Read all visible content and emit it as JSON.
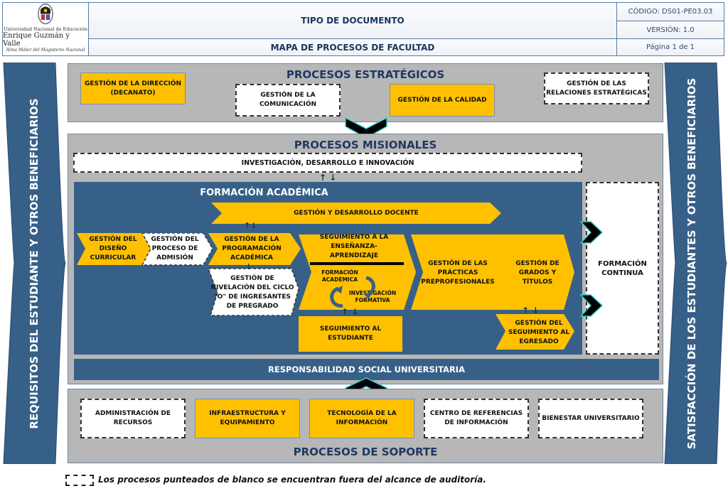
{
  "header": {
    "logo": {
      "line1": "Universidad Nacional de Educación",
      "line2": "Enrique Guzmán y Valle",
      "line3": "Alma Máter del Magisterio Nacional"
    },
    "doc_type": "TIPO DE DOCUMENTO",
    "doc_title": "MAPA DE PROCESOS DE FACULTAD",
    "code": "CÓDIGO: DS01-PE03.03",
    "version": "VERSIÓN: 1.0",
    "page": "Página 1 de 1"
  },
  "banners": {
    "left": "REQUISITOS DEL ESTUDIANTE Y OTROS BENEFICIARIOS",
    "right": "SATISFACCIÓN DE LOS ESTUDIANTES Y OTROS BENEFICIARIOS"
  },
  "strategic": {
    "title": "PROCESOS ESTRATÉGICOS",
    "items": [
      {
        "label": "GESTIÓN DE LA DIRECCIÓN (DECANATO)",
        "style": "solid"
      },
      {
        "label": "GESTIÓN DE LA COMUNICACIÓN",
        "style": "dashed"
      },
      {
        "label": "GESTIÓN DE LA CALIDAD",
        "style": "solid"
      },
      {
        "label": "GESTIÓN DE LAS RELACIONES ESTRATÉGICAS",
        "style": "dashed"
      }
    ]
  },
  "missional": {
    "title": "PROCESOS MISIONALES",
    "research": "INVESTIGACIÓN, DESARROLLO E INNOVACIÓN",
    "academic_title": "FORMACIÓN ACADÉMICA",
    "teacher_dev": "GESTIÓN Y DESARROLLO DOCENTE",
    "chain": [
      {
        "label": "GESTIÓN DEL DISEÑO CURRICULAR",
        "style": "solid"
      },
      {
        "label": "GESTIÓN DEL PROCESO DE ADMISIÓN",
        "style": "dashed"
      },
      {
        "label": "GESTIÓN DE LA PROGRAMACIÓN ACADÉMICA",
        "style": "solid"
      },
      {
        "label": "SEGUIMIENTO A LA ENSEÑANZA-APRENDIZAJE",
        "style": "solid"
      },
      {
        "label": "GESTIÓN DE LAS PRÁCTICAS PREPROFESIONALES",
        "style": "solid"
      },
      {
        "label": "GESTIÓN DE GRADOS Y TÍTULOS",
        "style": "solid"
      }
    ],
    "cycle": {
      "a": "FORMACIÓN ACADÉMICA",
      "b": "INVESTIGACIÓN FORMATIVA"
    },
    "leveling": "GESTIÓN DE NIVELACIÓN DEL CICLO \"O\" DE INGRESANTES DE PREGRADO",
    "student_tracking": "SEGUIMIENTO AL ESTUDIANTE",
    "graduate_tracking": "GESTIÓN DEL SEGUIMIENTO AL EGRESADO",
    "continuing": "FORMACIÓN CONTINUA",
    "social": "RESPONSABILIDAD SOCIAL UNIVERSITARIA"
  },
  "support": {
    "title": "PROCESOS DE SOPORTE",
    "items": [
      {
        "label": "ADMINISTRACIÓN DE RECURSOS",
        "style": "dashed"
      },
      {
        "label": "INFRAESTRUCTURA Y EQUIPAMIENTO",
        "style": "solid"
      },
      {
        "label": "TECNOLOGÍA DE LA INFORMACIÓN",
        "style": "solid"
      },
      {
        "label": "CENTRO DE REFERENCIAS DE INFORMACIÓN",
        "style": "dashed"
      },
      {
        "label": "BIENESTAR UNIVERSITARIO",
        "style": "dashed"
      }
    ]
  },
  "legend": {
    "text": "Los procesos punteados de blanco se encuentran fuera del alcance de auditoría."
  },
  "colors": {
    "solid_process": "#ffc000",
    "banner_blue": "#376088",
    "panel_gray": "#b7b7b7",
    "title_navy": "#1f3864",
    "chevron_outline": "#33cccc"
  }
}
